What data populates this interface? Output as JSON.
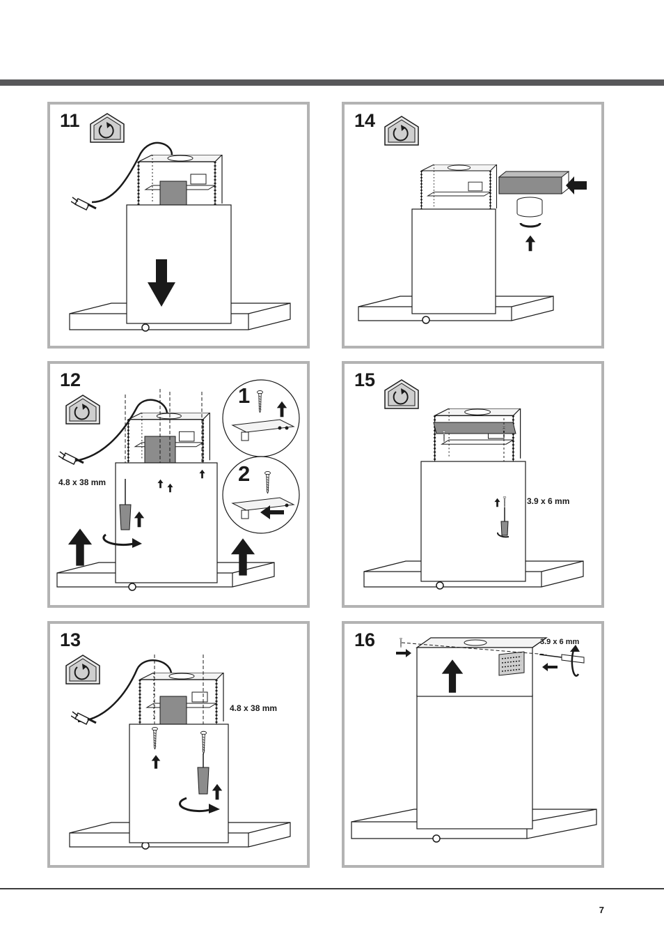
{
  "page": {
    "number": "7"
  },
  "panels": {
    "p11": {
      "step": "11"
    },
    "p12": {
      "step": "12",
      "screw": "4.8 x 38 mm",
      "sub1": "1",
      "sub2": "2"
    },
    "p13": {
      "step": "13",
      "screw": "4.8 x 38 mm"
    },
    "p14": {
      "step": "14"
    },
    "p15": {
      "step": "15",
      "screw": "3.9 x 6 mm"
    },
    "p16": {
      "step": "16",
      "screw": "3.9 x 6 mm"
    }
  },
  "icons": [
    "recirculation-house-icon",
    "arrow-icon",
    "screwdriver-icon",
    "plug-icon",
    "screw-icon"
  ],
  "colors": {
    "frame": "#b3b3b3",
    "bar": "#58585a",
    "line": "#1a1a1a",
    "filter": "#8c8c8c"
  }
}
